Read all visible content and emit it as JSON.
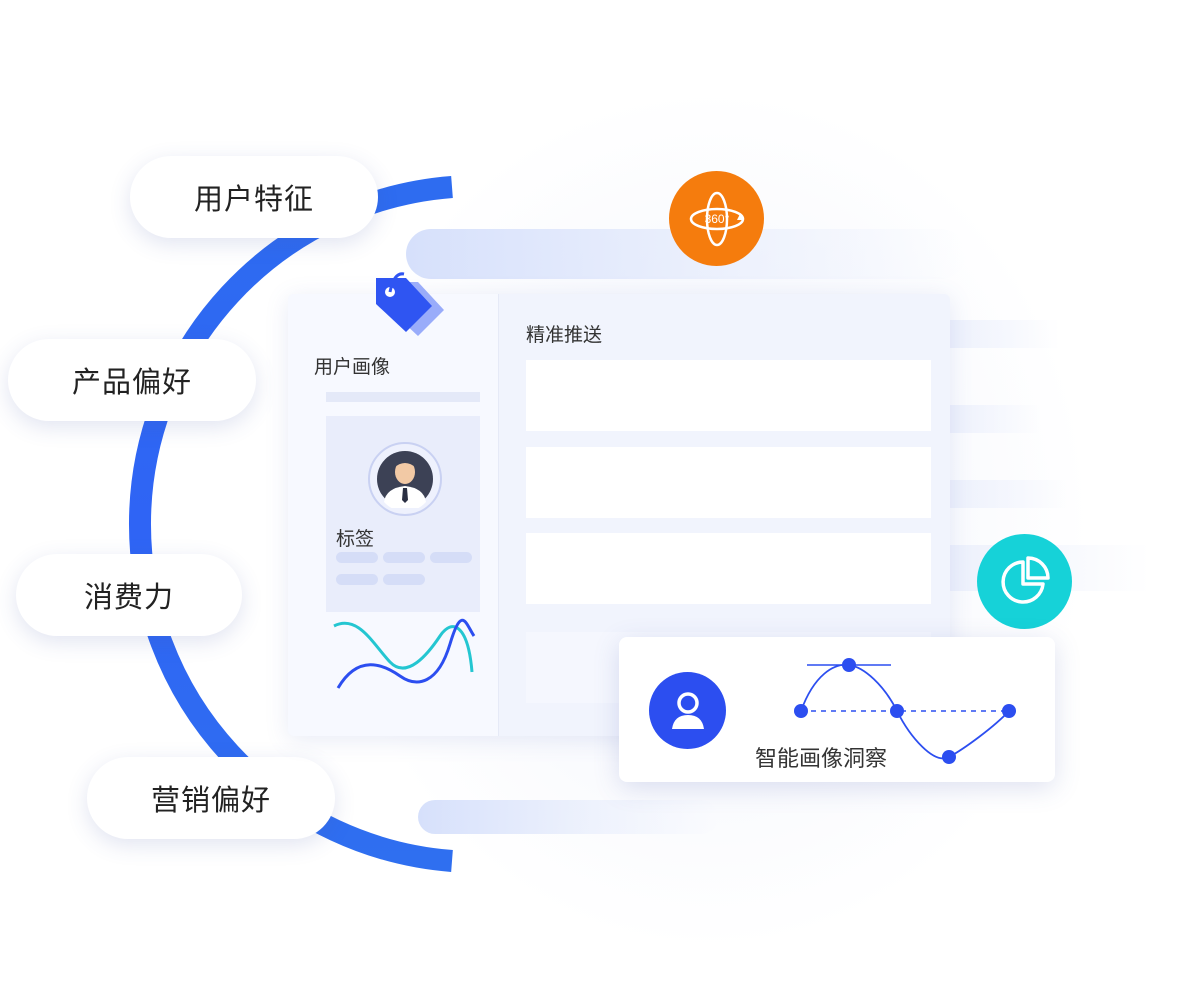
{
  "features": {
    "user_traits": "用户特征",
    "product_pref": "产品偏好",
    "spending_power": "消费力",
    "marketing_pref": "营销偏好"
  },
  "panel": {
    "profile_title": "用户画像",
    "tags_title": "标签",
    "push_title": "精准推送"
  },
  "insight": {
    "label": "智能画像洞察"
  },
  "badge_360": "360°",
  "colors": {
    "arc_blue": "#2f6ff0",
    "orange": "#f57c0d",
    "teal": "#16d2d8",
    "accent_blue": "#2c4ef0",
    "wave_teal": "#24c6d1"
  },
  "icons": [
    "tag-icon",
    "rotate-360-icon",
    "pie-chart-icon",
    "user-icon",
    "avatar-businessman-icon"
  ]
}
